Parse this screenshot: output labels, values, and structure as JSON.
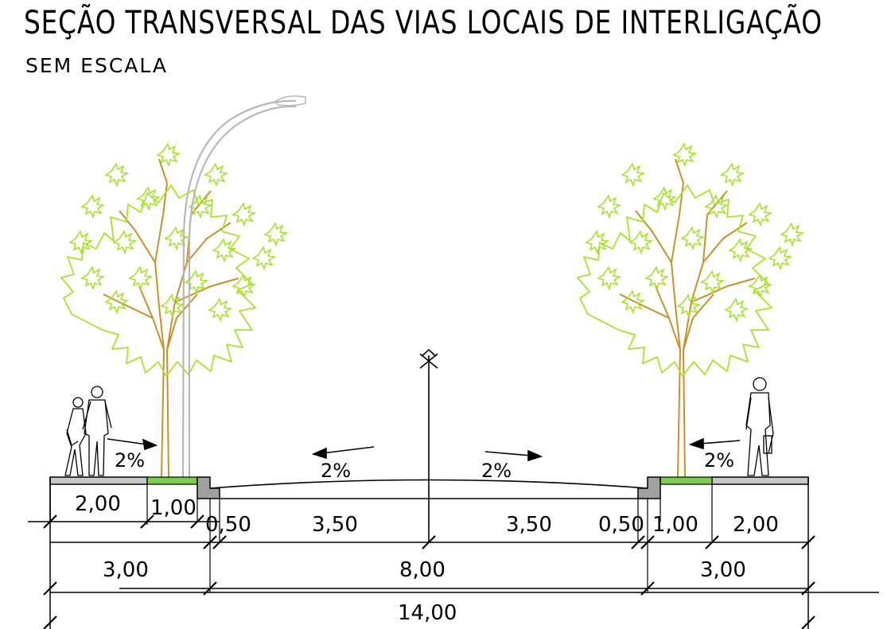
{
  "title": "SEÇÃO TRANSVERSAL DAS VIAS LOCAIS DE INTERLIGAÇÃO",
  "subtitle": "SEM ESCALA",
  "slopes": {
    "left_sidewalk": "2%",
    "left_lane": "2%",
    "right_lane": "2%",
    "right_sidewalk": "2%"
  },
  "dimensions": {
    "row1": {
      "left_sidewalk": "2,00",
      "left_planting": "1,00",
      "left_gutter": "0,50",
      "left_lane": "3,50",
      "right_lane": "3,50",
      "right_gutter": "0,50",
      "right_planting": "1,00",
      "right_sidewalk": "2,00"
    },
    "row2": {
      "left_side": "3,00",
      "roadway": "8,00",
      "right_side": "3,00"
    },
    "total": "14,00"
  },
  "colors": {
    "tree_foliage": "#a6e22e",
    "tree_trunk": "#c8912a",
    "grass": "#7ccf4a",
    "lamp_post": "#b8b8b8",
    "pavement": "#c8c8c8"
  }
}
